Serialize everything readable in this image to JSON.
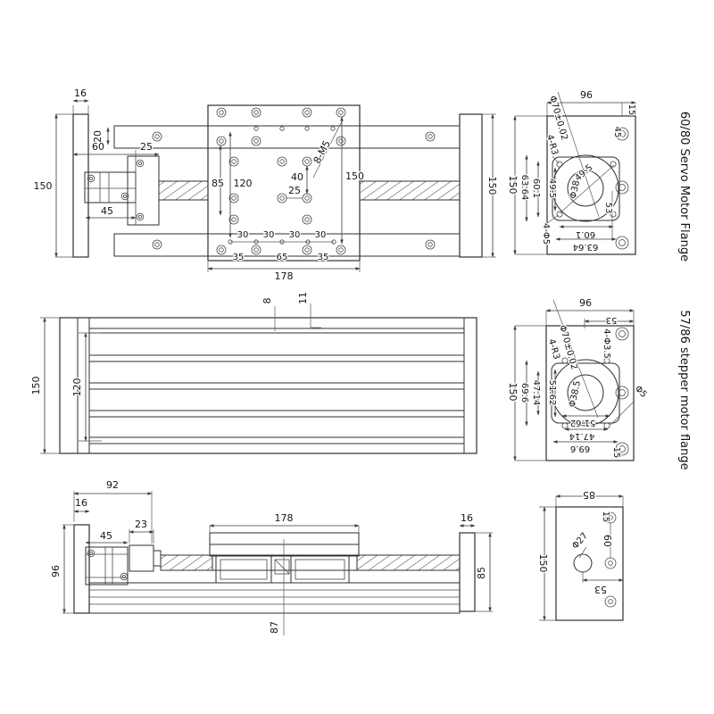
{
  "drawing": {
    "background": "#ffffff",
    "line_color": "#2f2f2f",
    "text_color": "#141414",
    "top_view": {
      "d16": "16",
      "d150_left": "150",
      "d20": "20",
      "d60": "60",
      "d25_housing": "25",
      "d45": "45",
      "d85": "85",
      "d120": "120",
      "d40": "40",
      "d25_holes": "25",
      "thread_note": "8-M5",
      "d150_holes": "150",
      "d30_1": "30",
      "d30_2": "30",
      "d30_3": "30",
      "d30_4": "30",
      "d35_1": "35",
      "d65": "65",
      "d35_2": "35",
      "d178": "178",
      "d150_right": "150"
    },
    "profile_view": {
      "d150": "150",
      "d120": "120",
      "d8": "8",
      "d11": "11"
    },
    "servo_flange": {
      "title": "60/80 Servo Motor Flange",
      "d96": "96",
      "d15": "15",
      "d45": "45",
      "d150": "150",
      "d63_64": "63.64",
      "d60_1": "60.1",
      "d49_5": "49.5",
      "d49_5_diag": "49.5",
      "bore": "Φ38",
      "spigot": "Φ70±0.02",
      "corner_r": "4-R3",
      "d53": "53",
      "holes": "4-Φ5",
      "d60_1_b": "60.1",
      "d63_64_b": "63.64"
    },
    "stepper_flange": {
      "title": "57/86 stepper motor flange",
      "d96": "96",
      "d53": "53",
      "d150": "150",
      "d69_6": "69.6",
      "d47_14": "47.14",
      "d51_62": "51.62",
      "bore": "Φ38.5",
      "spigot": "Φ70±0.02",
      "corner_r": "4-R3",
      "holes": "4-Φ3.5",
      "d5": "Φ5",
      "d51_62_b": "51.62",
      "d47_14_b": "47.14",
      "d69_6_b": "69.6",
      "d15": "15"
    },
    "side_view": {
      "d92": "92",
      "d16_left": "16",
      "d23": "23",
      "d45": "45",
      "d96": "96",
      "d178": "178",
      "d16_right": "16",
      "d85": "85",
      "d87": "87"
    },
    "end_view": {
      "d85": "85",
      "d15": "15",
      "d60": "60",
      "d53": "53",
      "bore": "Φ27",
      "d150": "150"
    }
  }
}
